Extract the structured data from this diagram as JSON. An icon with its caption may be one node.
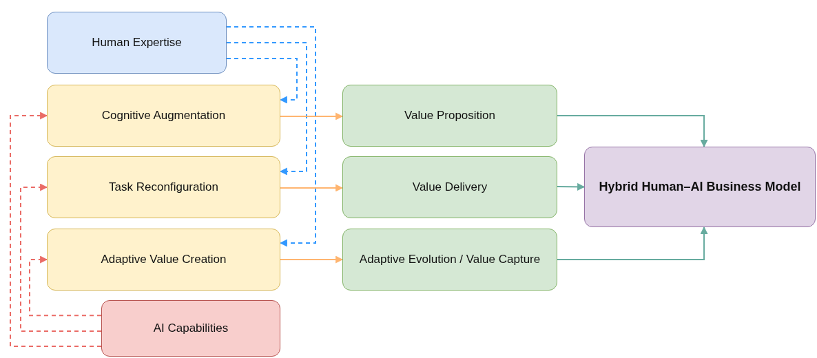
{
  "diagram": {
    "nodes": [
      {
        "text": [
          "Human Expertise"
        ]
      },
      {
        "text": [
          "Cognitive Augmentation"
        ]
      },
      {
        "text": [
          "Task Reconfiguration"
        ]
      },
      {
        "text": [
          "Adaptive Value Creation"
        ]
      },
      {
        "text": [
          "AI Capabilities"
        ]
      },
      {
        "text": [
          "Value Proposition"
        ]
      },
      {
        "text": [
          "Value Delivery"
        ]
      },
      {
        "text": [
          "Adaptive Evolution / Value Capture"
        ]
      },
      {
        "text": [
          "Hybrid Human–AI Business Model"
        ]
      }
    ],
    "edges": [
      {
        "from": 0,
        "to": 1,
        "arrow": "to",
        "style": "dashed",
        "color": "#3399ff"
      },
      {
        "from": 0,
        "to": 2,
        "arrow": "to",
        "style": "dashed",
        "color": "#3399ff"
      },
      {
        "from": 0,
        "to": 3,
        "arrow": "to",
        "style": "dashed",
        "color": "#3399ff"
      },
      {
        "from": 4,
        "to": 1,
        "arrow": "to",
        "style": "dashed",
        "color": "#ea6b66"
      },
      {
        "from": 4,
        "to": 2,
        "arrow": "to",
        "style": "dashed",
        "color": "#ea6b66"
      },
      {
        "from": 4,
        "to": 3,
        "arrow": "to",
        "style": "dashed",
        "color": "#ea6b66"
      },
      {
        "from": 1,
        "to": 5,
        "arrow": "to",
        "color": "#ffb570"
      },
      {
        "from": 2,
        "to": 6,
        "arrow": "to",
        "color": "#ffb570"
      },
      {
        "from": 3,
        "to": 7,
        "arrow": "to",
        "color": "#ffb570"
      },
      {
        "from": 5,
        "to": 8,
        "arrow": "to",
        "color": "#67ab9f"
      },
      {
        "from": 6,
        "to": 8,
        "arrow": "to",
        "color": "#67ab9f"
      },
      {
        "from": 7,
        "to": 8,
        "arrow": "to",
        "color": "#67ab9f"
      }
    ]
  }
}
